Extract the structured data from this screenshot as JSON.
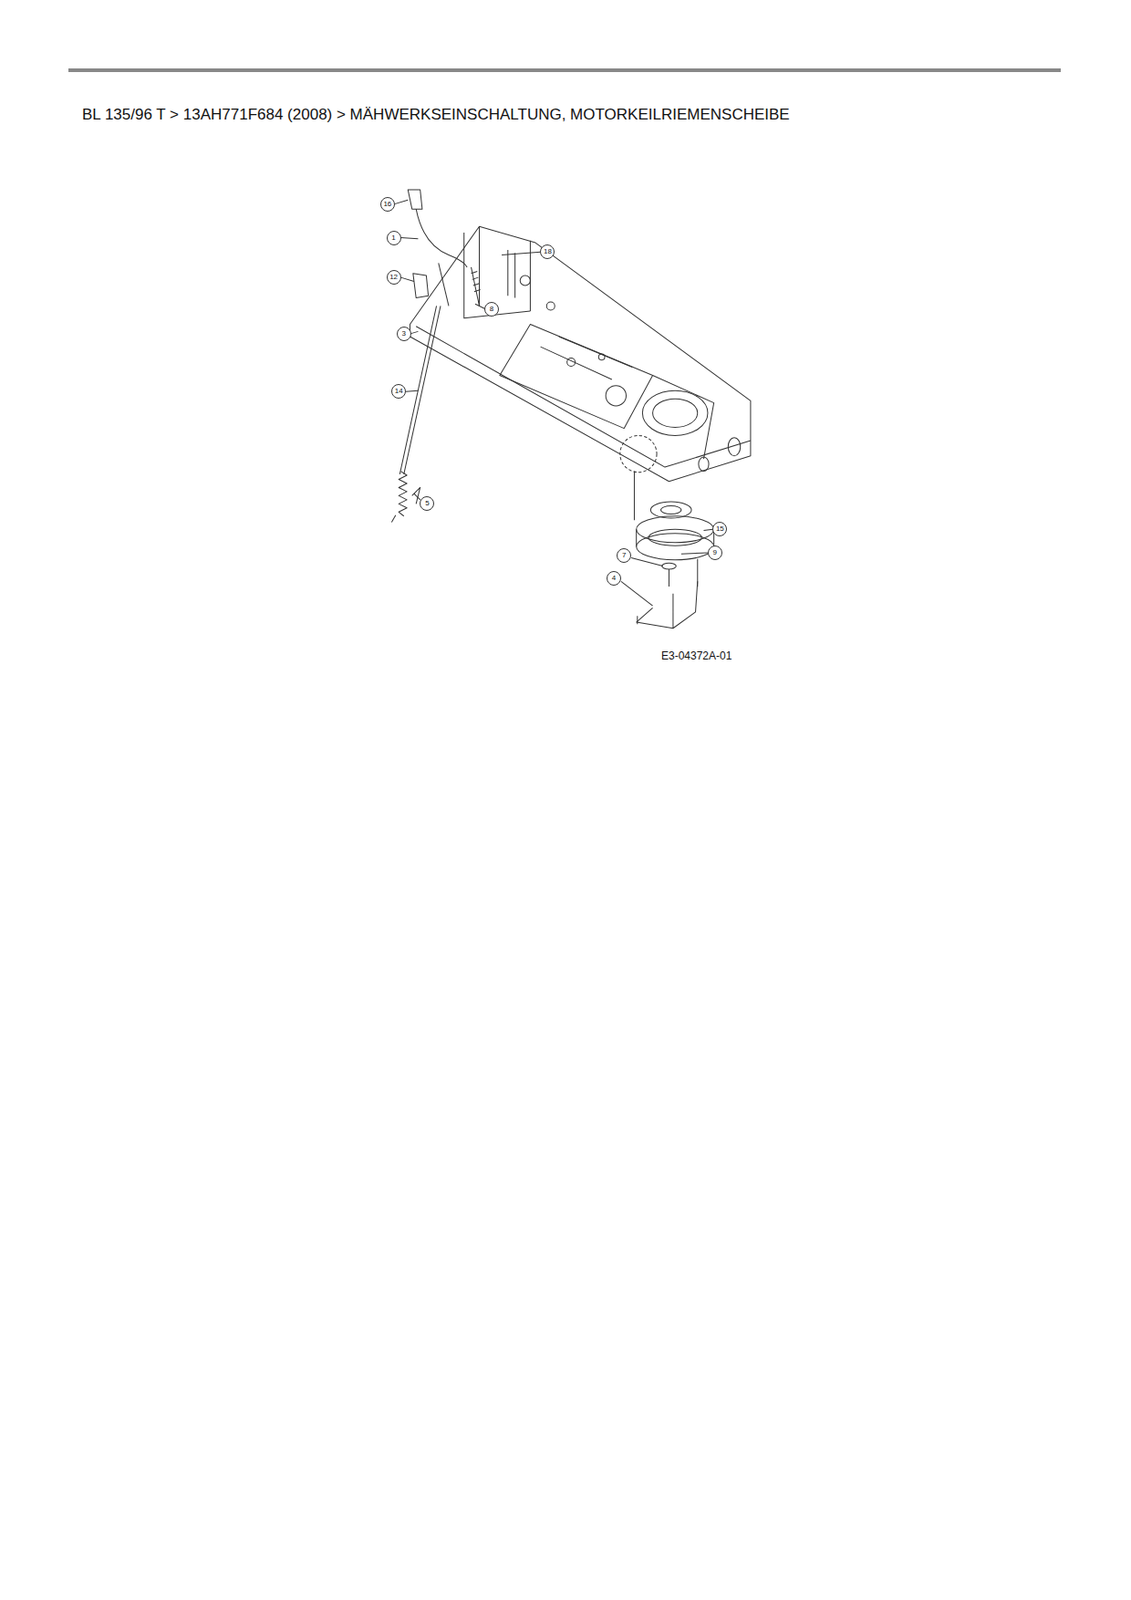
{
  "diagram": {
    "title": "BL 135/96 T  >  13AH771F684 (2008)  >  MÄHWERKSEINSCHALTUNG, MOTORKEILRIEMENSCHEIBE",
    "labels": [
      "16",
      "1",
      "18",
      "12",
      "8",
      "3",
      "14",
      "5",
      "15",
      "7",
      "9",
      "4",
      "E3-04372A-01"
    ]
  }
}
